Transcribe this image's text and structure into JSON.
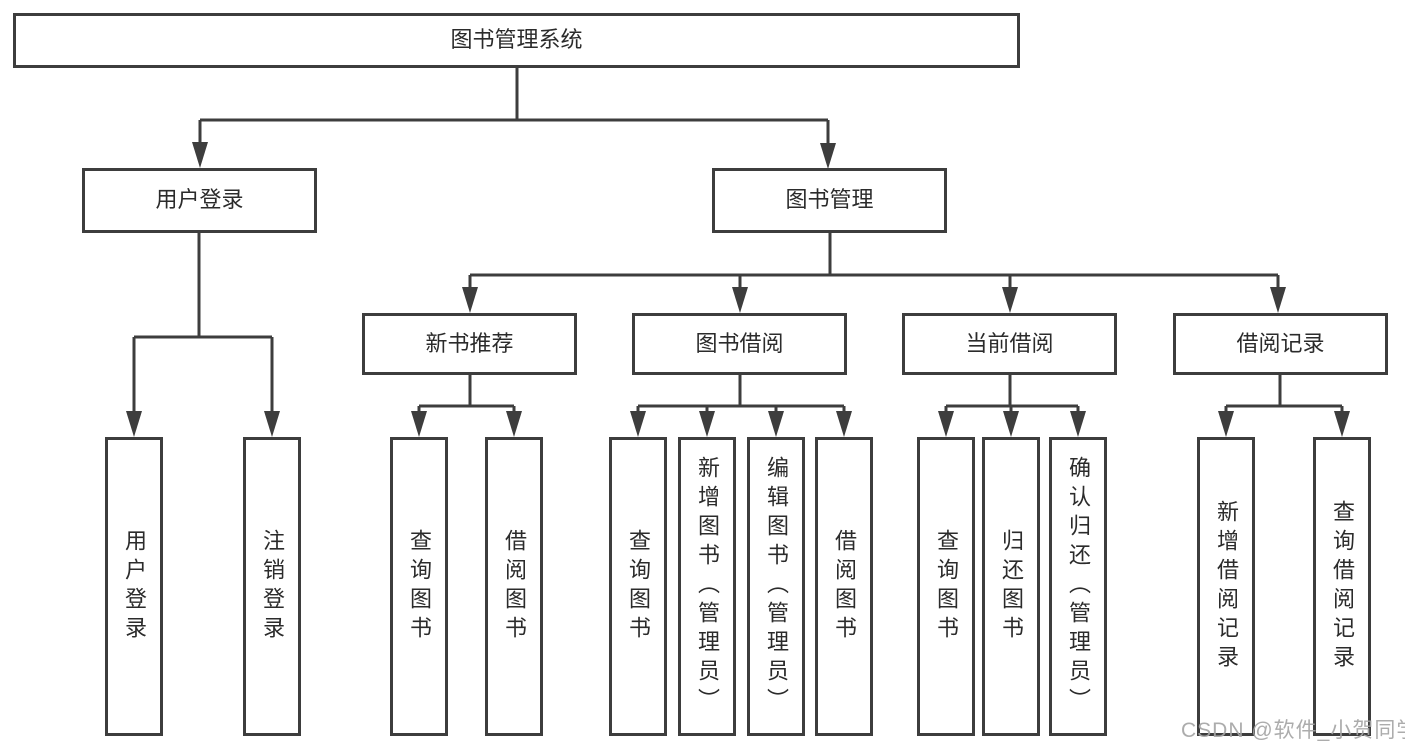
{
  "diagram": {
    "root": {
      "label": "图书管理系统"
    },
    "branches": [
      {
        "label": "用户登录",
        "leaves": [
          {
            "label": "用户登录"
          },
          {
            "label": "注销登录"
          }
        ]
      },
      {
        "label": "图书管理",
        "sections": [
          {
            "label": "新书推荐",
            "leaves": [
              {
                "label": "查询图书"
              },
              {
                "label": "借阅图书"
              }
            ]
          },
          {
            "label": "图书借阅",
            "leaves": [
              {
                "label": "查询图书"
              },
              {
                "label": "新增图书（管理员）"
              },
              {
                "label": "编辑图书（管理员）"
              },
              {
                "label": "借阅图书"
              }
            ]
          },
          {
            "label": "当前借阅",
            "leaves": [
              {
                "label": "查询图书"
              },
              {
                "label": "归还图书"
              },
              {
                "label": "确认归还（管理员）"
              }
            ]
          },
          {
            "label": "借阅记录",
            "leaves": [
              {
                "label": "新增借阅记录"
              },
              {
                "label": "查询借阅记录"
              }
            ]
          }
        ]
      }
    ]
  },
  "watermark": {
    "text": "CSDN @软件_小贺同学"
  },
  "colors": {
    "background": "#ffffff",
    "line": "#3d3d3d",
    "text": "#2b2b2b",
    "watermark": "#a5a5a5"
  }
}
